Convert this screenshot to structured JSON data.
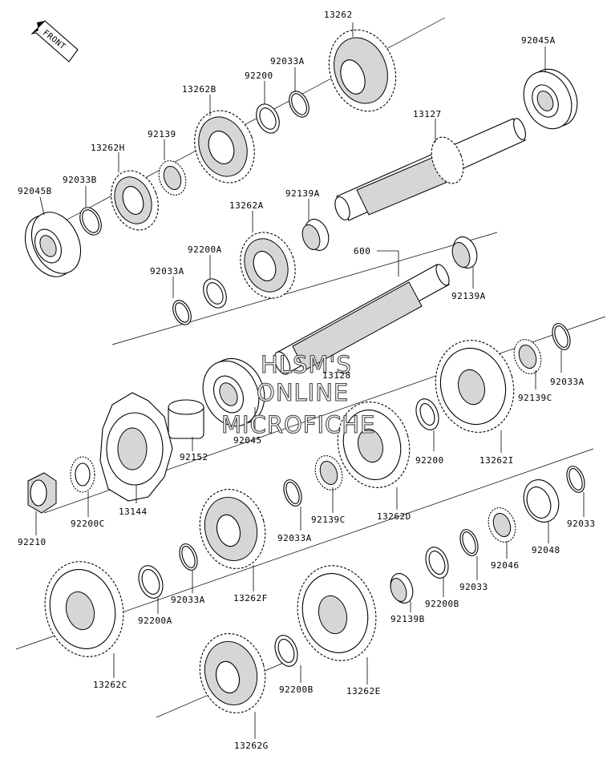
{
  "front_label": "FRONT",
  "watermark": [
    "HLSM'S",
    "ONLINE",
    "MICROFICHE"
  ],
  "callouts": [
    {
      "id": "13262",
      "text": "13262"
    },
    {
      "id": "92033A",
      "text": "92033A"
    },
    {
      "id": "92045A",
      "text": "92045A"
    },
    {
      "id": "92200",
      "text": "92200"
    },
    {
      "id": "13262B",
      "text": "13262B"
    },
    {
      "id": "92139",
      "text": "92139"
    },
    {
      "id": "13127",
      "text": "13127"
    },
    {
      "id": "13262H",
      "text": "13262H"
    },
    {
      "id": "92033B",
      "text": "92033B"
    },
    {
      "id": "92045B",
      "text": "92045B"
    },
    {
      "id": "13262A",
      "text": "13262A"
    },
    {
      "id": "92139A",
      "text": "92139A"
    },
    {
      "id": "92200A",
      "text": "92200A"
    },
    {
      "id": "600",
      "text": "600"
    },
    {
      "id": "92033A-2",
      "text": "92033A"
    },
    {
      "id": "92139A-2",
      "text": "92139A"
    },
    {
      "id": "13128",
      "text": "13128"
    },
    {
      "id": "92033A-3",
      "text": "92033A"
    },
    {
      "id": "92139C",
      "text": "92139C"
    },
    {
      "id": "92045",
      "text": "92045"
    },
    {
      "id": "92152",
      "text": "92152"
    },
    {
      "id": "92200-2",
      "text": "92200"
    },
    {
      "id": "13262I",
      "text": "13262I"
    },
    {
      "id": "92200C",
      "text": "92200C"
    },
    {
      "id": "13144",
      "text": "13144"
    },
    {
      "id": "92210",
      "text": "92210"
    },
    {
      "id": "92033A-4",
      "text": "92033A"
    },
    {
      "id": "92139C-2",
      "text": "92139C"
    },
    {
      "id": "13262D",
      "text": "13262D"
    },
    {
      "id": "92033",
      "text": "92033"
    },
    {
      "id": "92048",
      "text": "92048"
    },
    {
      "id": "92046",
      "text": "92046"
    },
    {
      "id": "92033-2",
      "text": "92033"
    },
    {
      "id": "92200B",
      "text": "92200B"
    },
    {
      "id": "92139B",
      "text": "92139B"
    },
    {
      "id": "92033A-5",
      "text": "92033A"
    },
    {
      "id": "92200A-2",
      "text": "92200A"
    },
    {
      "id": "13262F",
      "text": "13262F"
    },
    {
      "id": "13262C",
      "text": "13262C"
    },
    {
      "id": "92200B-2",
      "text": "92200B"
    },
    {
      "id": "13262E",
      "text": "13262E"
    },
    {
      "id": "13262G",
      "text": "13262G"
    }
  ]
}
